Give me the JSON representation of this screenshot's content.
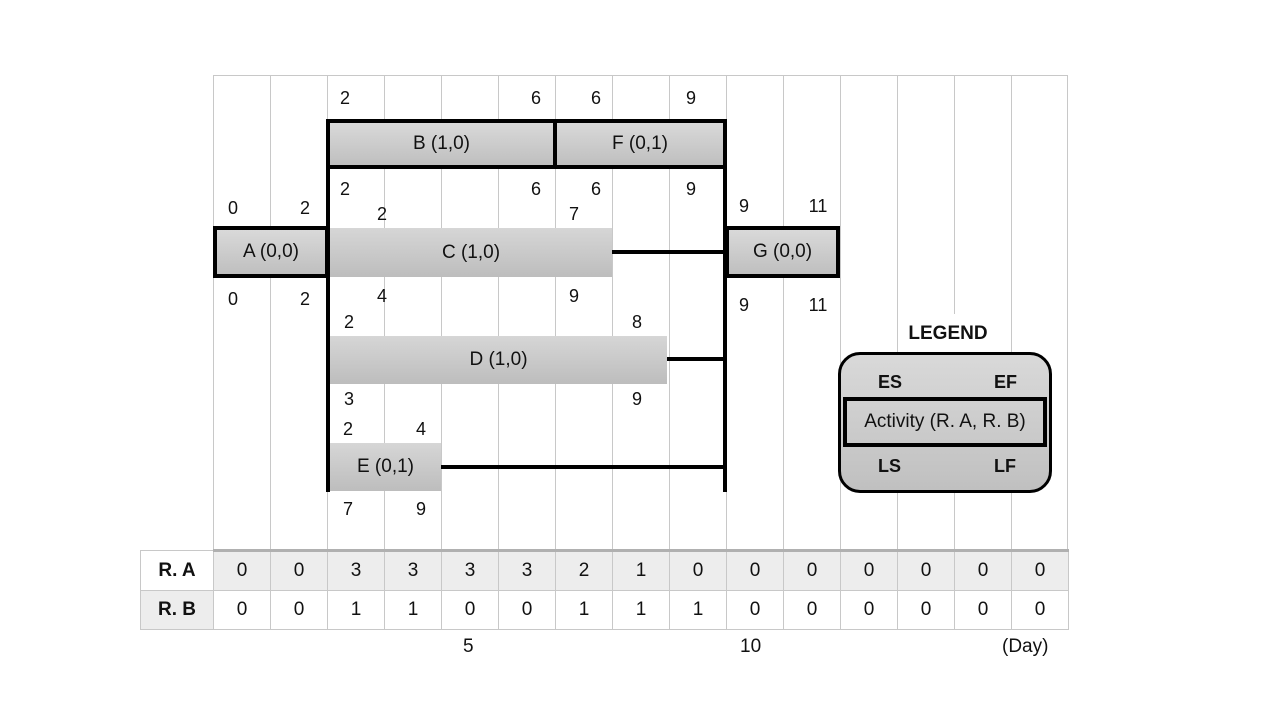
{
  "activities": {
    "A": {
      "label": "A (0,0)",
      "es": "0",
      "ef": "2",
      "ls": "0",
      "lf": "2"
    },
    "B": {
      "label": "B (1,0)",
      "es": "2",
      "ef": "6",
      "ls": "2",
      "lf": "6"
    },
    "F": {
      "label": "F (0,1)",
      "es": "6",
      "ef": "9",
      "ls": "6",
      "lf": "9"
    },
    "C": {
      "label": "C (1,0)",
      "es": "2",
      "ef": "7",
      "ls": "4",
      "lf": "9"
    },
    "D": {
      "label": "D (1,0)",
      "es": "2",
      "ef": "8",
      "ls": "3",
      "lf": "9"
    },
    "E": {
      "label": "E (0,1)",
      "es": "2",
      "ef": "4",
      "ls": "7",
      "lf": "9"
    },
    "G": {
      "label": "G (0,0)",
      "es": "9",
      "ef": "11",
      "ls": "9",
      "lf": "11"
    }
  },
  "resources": {
    "ra": {
      "label": "R. A",
      "values": [
        "0",
        "0",
        "3",
        "3",
        "3",
        "3",
        "2",
        "1",
        "0",
        "0",
        "0",
        "0",
        "0",
        "0",
        "0"
      ]
    },
    "rb": {
      "label": "R. B",
      "values": [
        "0",
        "0",
        "1",
        "1",
        "0",
        "0",
        "1",
        "1",
        "1",
        "0",
        "0",
        "0",
        "0",
        "0",
        "0"
      ]
    }
  },
  "axis": {
    "tick5": "5",
    "tick10": "10",
    "unit": "(Day)"
  },
  "legend": {
    "title": "LEGEND",
    "es": "ES",
    "ef": "EF",
    "ls": "LS",
    "lf": "LF",
    "activity": "Activity (R. A, R. B)"
  },
  "colors": {
    "box_fill": "#cfcfcf",
    "grid": "#c8c8c8",
    "ra_row": "#ededed"
  }
}
